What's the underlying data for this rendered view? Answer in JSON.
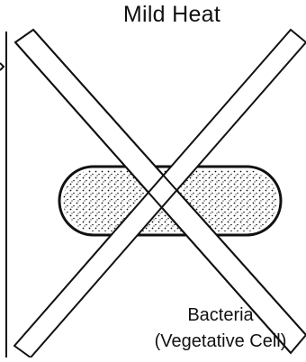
{
  "diagram": {
    "title": "Mild Heat",
    "caption_line1": "Bacteria",
    "caption_line2": "(Vegetative Cell)",
    "colors": {
      "ink": "#111111",
      "background": "#ffffff"
    },
    "icons": [
      "bacterium-rod-icon",
      "cross-out-x-icon"
    ]
  }
}
